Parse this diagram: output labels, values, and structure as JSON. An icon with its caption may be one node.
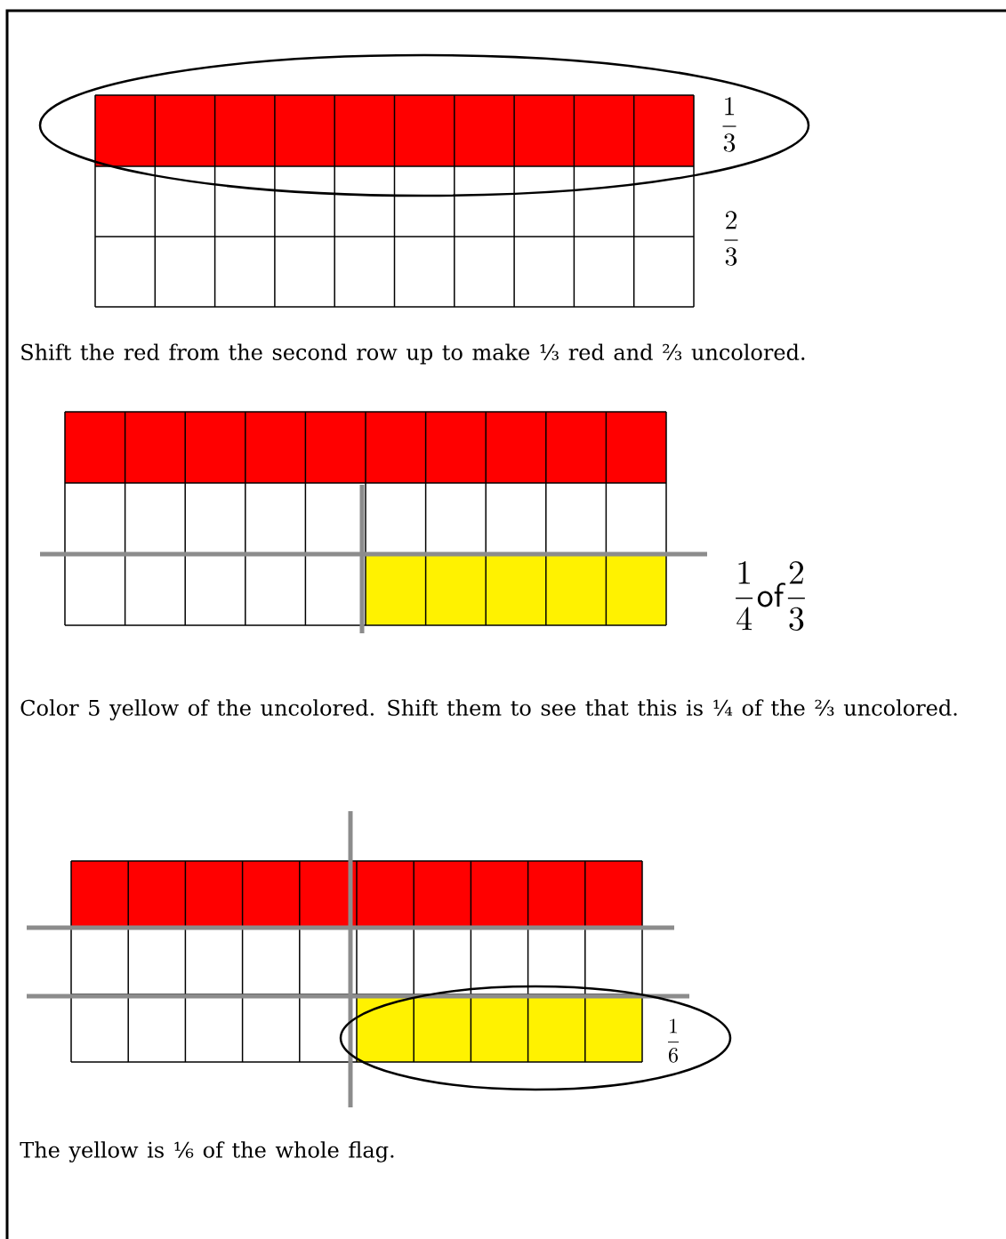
{
  "diagram": {
    "nodes": [
      {
        "text": [
          "\\frac{1}{3}"
        ]
      },
      {
        "text": [
          "\\frac{1}{6}"
        ]
      }
    ],
    "labels": [
      "\\frac{2}{3}",
      "Shift the red from the second row up to make ⅓ red and ⅔ uncolored.",
      "\\frac{1}{4}\\mathsf{of}\\frac{2}{3}",
      "Color 5 yellow of the uncolored. Shift them to see that this is ¼ of the ⅔ uncolored.",
      "The yellow is ⅙ of the whole flag."
    ]
  }
}
